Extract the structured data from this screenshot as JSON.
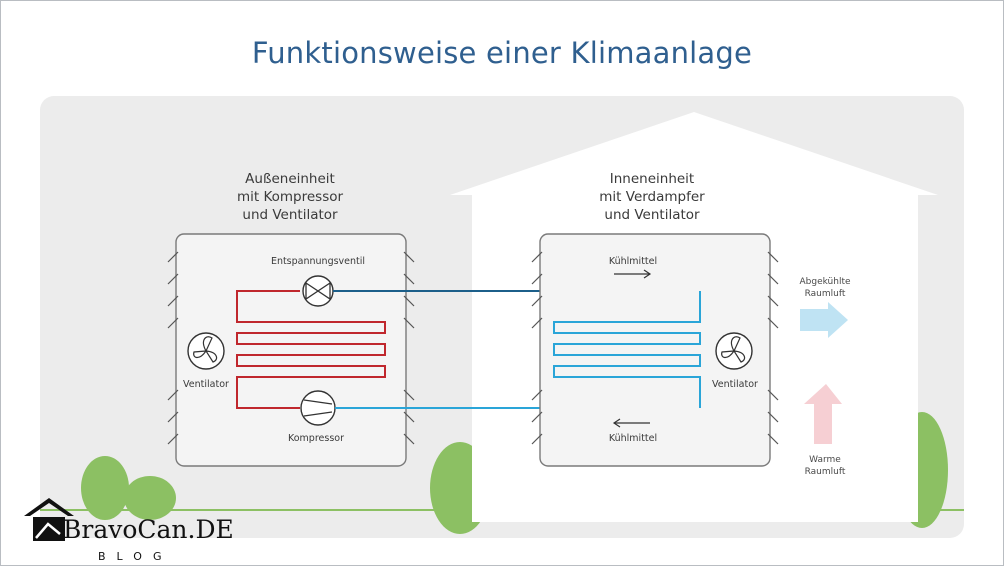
{
  "title": "Funktionsweise einer Klimaanlage",
  "outdoor_unit": {
    "heading": [
      "Außeneinheit",
      "mit Kompressor",
      "und Ventilator"
    ],
    "valve_label": "Entspannungsventil",
    "fan_label": "Ventilator",
    "compressor_label": "Kompressor"
  },
  "indoor_unit": {
    "heading": [
      "Inneneinheit",
      "mit Verdampfer",
      "und Ventilator"
    ],
    "refrigerant_top": "Kühlmittel",
    "refrigerant_bottom": "Kühlmittel",
    "fan_label": "Ventilator"
  },
  "airflow": {
    "cooled": [
      "Abgekühlte",
      "Raumluft"
    ],
    "warm": [
      "Warme",
      "Raumluft"
    ]
  },
  "watermark": {
    "brand": "BravoCan.DE",
    "sub": "BLOG"
  },
  "colors": {
    "hot_line": "#c0272d",
    "cold_line": "#1c5f8a",
    "cold_coil": "#2aa5d8",
    "cool_arrow": "#bfe3f3",
    "warm_arrow": "#f6cfd3",
    "bush": "#8cc063",
    "background_panel": "#ececec",
    "title": "#2f5f8f"
  }
}
